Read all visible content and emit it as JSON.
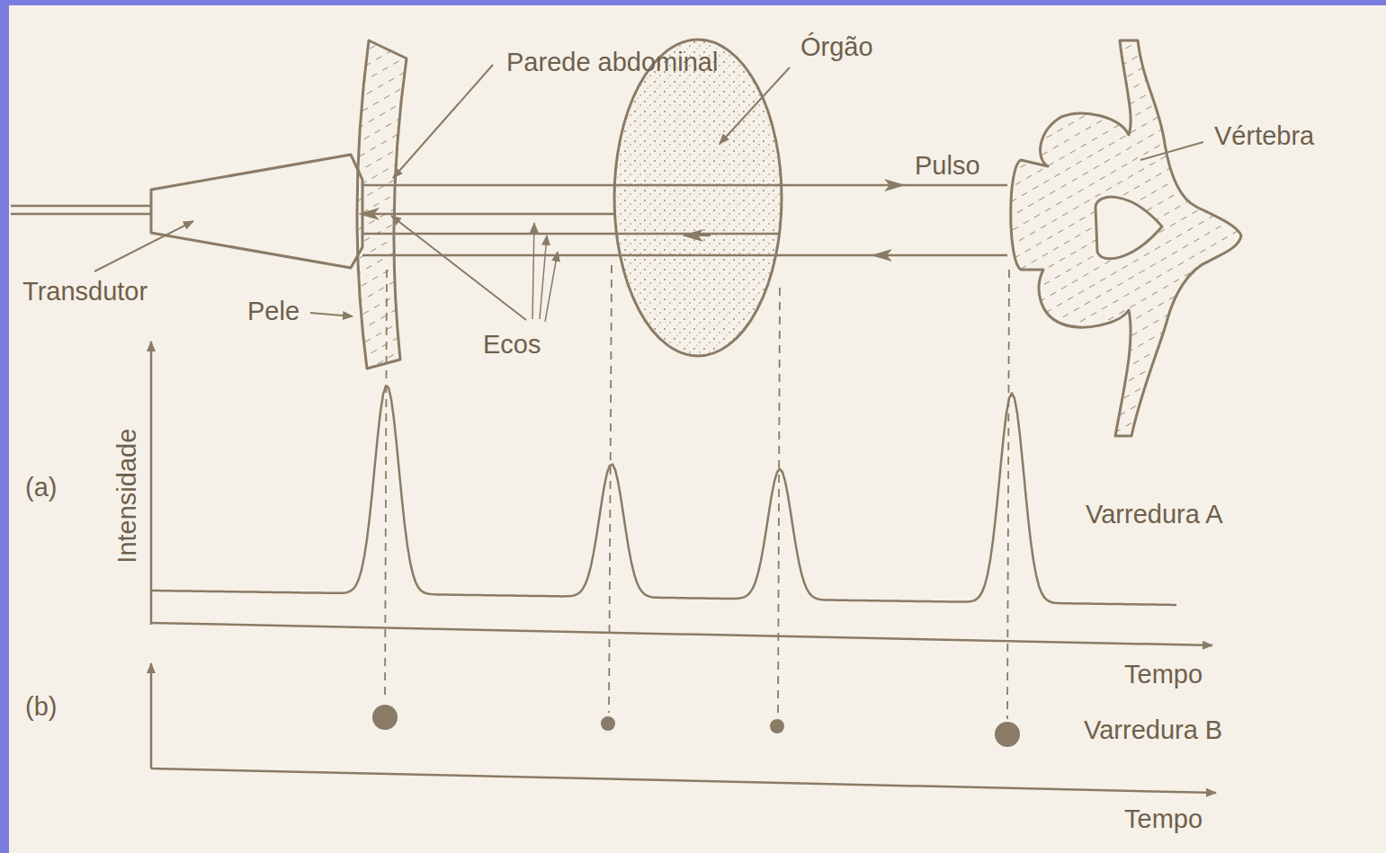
{
  "diagram": {
    "labels": [
      "Parede abdominal",
      "Órgão",
      "Vértebra",
      "Transdutor",
      "Pele",
      "Ecos",
      "Pulso",
      "(a)",
      "Intensidade",
      "Varredura A",
      "Tempo",
      "(b)",
      "Varredura B",
      "Tempo"
    ]
  }
}
